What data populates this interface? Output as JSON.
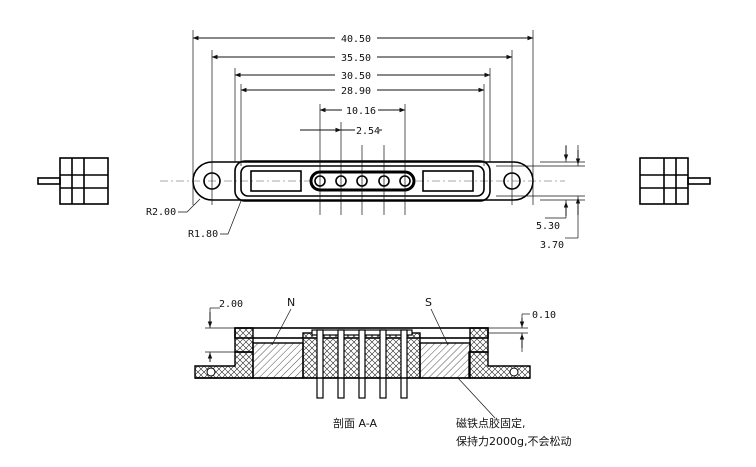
{
  "dimensions": {
    "d1": "40.50",
    "d2": "35.50",
    "d3": "30.50",
    "d4": "28.90",
    "d5": "10.16",
    "d6": "2.54",
    "r1": "R2.00",
    "r2": "R1.80",
    "h1": "5.30",
    "h2": "3.70",
    "t1": "2.00",
    "t2": "0.10"
  },
  "labels": {
    "north": "N",
    "south": "S",
    "section": "剖面 A-A"
  },
  "notes": {
    "line1": "磁铁点胶固定,",
    "line2": "保持力2000g,不会松动"
  }
}
